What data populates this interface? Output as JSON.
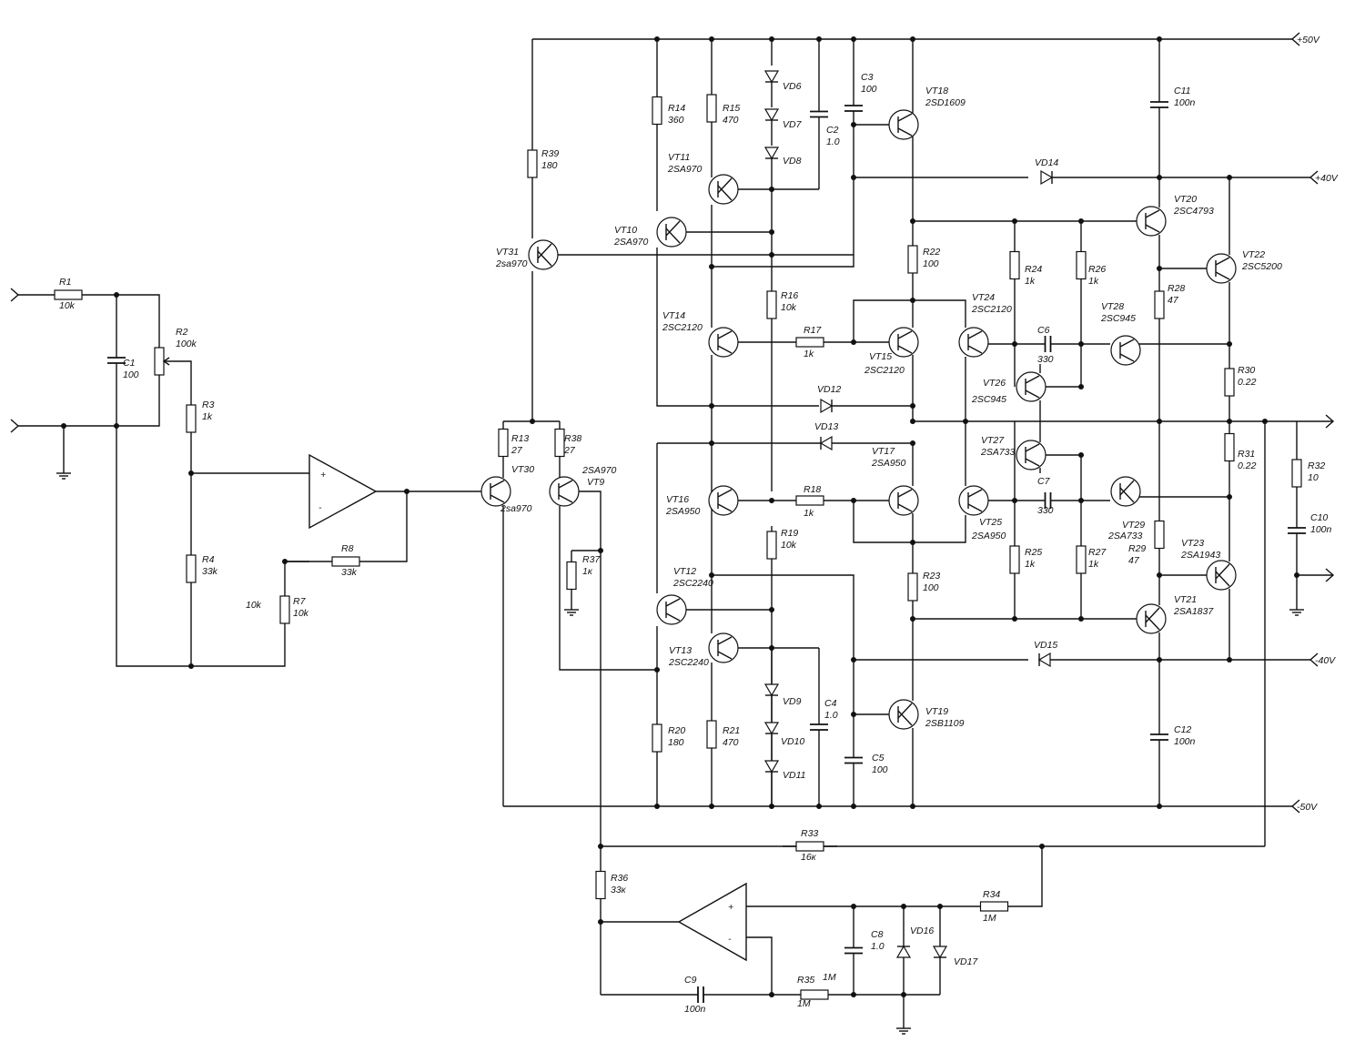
{
  "rails": {
    "p50": "+50V",
    "p40": "+40V",
    "m40": "-40V",
    "m50": "-50V"
  },
  "resistors": [
    {
      "ref": "R1",
      "val": "10k"
    },
    {
      "ref": "R2",
      "val": "100k"
    },
    {
      "ref": "R3",
      "val": "1k"
    },
    {
      "ref": "R4",
      "val": "33k"
    },
    {
      "ref": "R7",
      "val": "10k"
    },
    {
      "ref": "R8",
      "val": "33k"
    },
    {
      "ref": "R13",
      "val": "27"
    },
    {
      "ref": "R38",
      "val": "27"
    },
    {
      "ref": "R39",
      "val": "180"
    },
    {
      "ref": "R37",
      "val": "1к"
    },
    {
      "ref": "R14",
      "val": "360"
    },
    {
      "ref": "R15",
      "val": "470"
    },
    {
      "ref": "R16",
      "val": "10k"
    },
    {
      "ref": "R17",
      "val": "1k"
    },
    {
      "ref": "R18",
      "val": "1k"
    },
    {
      "ref": "R19",
      "val": "10k"
    },
    {
      "ref": "R20",
      "val": "180"
    },
    {
      "ref": "R21",
      "val": "470"
    },
    {
      "ref": "R22",
      "val": "100"
    },
    {
      "ref": "R23",
      "val": "100"
    },
    {
      "ref": "R24",
      "val": "1k"
    },
    {
      "ref": "R26",
      "val": "1k"
    },
    {
      "ref": "R25",
      "val": "1k"
    },
    {
      "ref": "R27",
      "val": "1k"
    },
    {
      "ref": "R28",
      "val": "47"
    },
    {
      "ref": "R29",
      "val": "47"
    },
    {
      "ref": "R30",
      "val": "0.22"
    },
    {
      "ref": "R31",
      "val": "0.22"
    },
    {
      "ref": "R32",
      "val": "10"
    },
    {
      "ref": "R33",
      "val": "16к"
    },
    {
      "ref": "R34",
      "val": "1M"
    },
    {
      "ref": "R35",
      "val": "1M"
    },
    {
      "ref": "R36",
      "val": "33к"
    }
  ],
  "capacitors": [
    {
      "ref": "C1",
      "val": "100"
    },
    {
      "ref": "C2",
      "val": "1.0"
    },
    {
      "ref": "C3",
      "val": "100"
    },
    {
      "ref": "C4",
      "val": "1.0"
    },
    {
      "ref": "C5",
      "val": "100"
    },
    {
      "ref": "C6",
      "val": "330"
    },
    {
      "ref": "C7",
      "val": "330"
    },
    {
      "ref": "C8",
      "val": "1.0"
    },
    {
      "ref": "C9",
      "val": "100n"
    },
    {
      "ref": "C10",
      "val": "100n"
    },
    {
      "ref": "C11",
      "val": "100n"
    },
    {
      "ref": "C12",
      "val": "100n"
    }
  ],
  "diodes": [
    "VD6",
    "VD7",
    "VD8",
    "VD9",
    "VD10",
    "VD11",
    "VD12",
    "VD13",
    "VD14",
    "VD15",
    "VD16",
    "VD17"
  ],
  "transistors": [
    {
      "ref": "VT31",
      "type": "2sa970"
    },
    {
      "ref": "VT30",
      "type": "2sa970"
    },
    {
      "ref": "VT9",
      "type": "2SA970"
    },
    {
      "ref": "VT10",
      "type": "2SA970"
    },
    {
      "ref": "VT11",
      "type": "2SA970"
    },
    {
      "ref": "VT12",
      "type": "2SC2240"
    },
    {
      "ref": "VT13",
      "type": "2SC2240"
    },
    {
      "ref": "VT14",
      "type": "2SC2120"
    },
    {
      "ref": "VT15",
      "type": "2SC2120"
    },
    {
      "ref": "VT16",
      "type": "2SA950"
    },
    {
      "ref": "VT17",
      "type": "2SA950"
    },
    {
      "ref": "VT18",
      "type": "2SD1609"
    },
    {
      "ref": "VT19",
      "type": "2SB1109"
    },
    {
      "ref": "VT20",
      "type": "2SC4793"
    },
    {
      "ref": "VT21",
      "type": "2SA1837"
    },
    {
      "ref": "VT22",
      "type": "2SC5200"
    },
    {
      "ref": "VT23",
      "type": "2SA1943"
    },
    {
      "ref": "VT24",
      "type": "2SC2120"
    },
    {
      "ref": "VT25",
      "type": "2SA950"
    },
    {
      "ref": "VT26",
      "type": "2SC945"
    },
    {
      "ref": "VT27",
      "type": "2SA733"
    },
    {
      "ref": "VT28",
      "type": "2SC945"
    },
    {
      "ref": "VT29",
      "type": "2SA733"
    }
  ],
  "opamp_signs": {
    "plus": "+",
    "minus": "-"
  }
}
